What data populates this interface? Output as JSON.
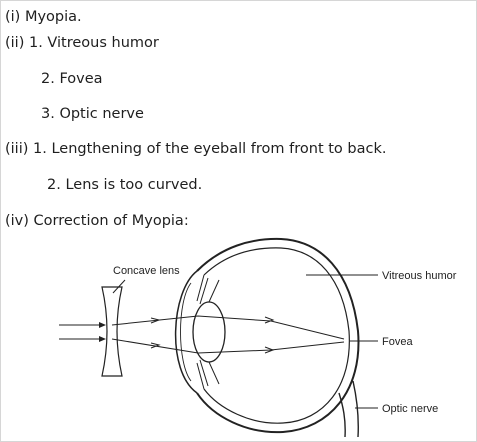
{
  "lines": {
    "l1": "(i) Myopia.",
    "l2": "(ii) 1. Vitreous humor",
    "l3": "2. Fovea",
    "l4": "3. Optic nerve",
    "l5": "(iii) 1. Lengthening of the eyeball from front to back.",
    "l6": "2. Lens is too curved.",
    "l7": "(iv) Correction of Myopia:"
  },
  "diagram": {
    "lens_label": "Concave lens",
    "vitreous_label": "Vitreous humor",
    "fovea_label": "Fovea",
    "optic_label": "Optic nerve"
  }
}
